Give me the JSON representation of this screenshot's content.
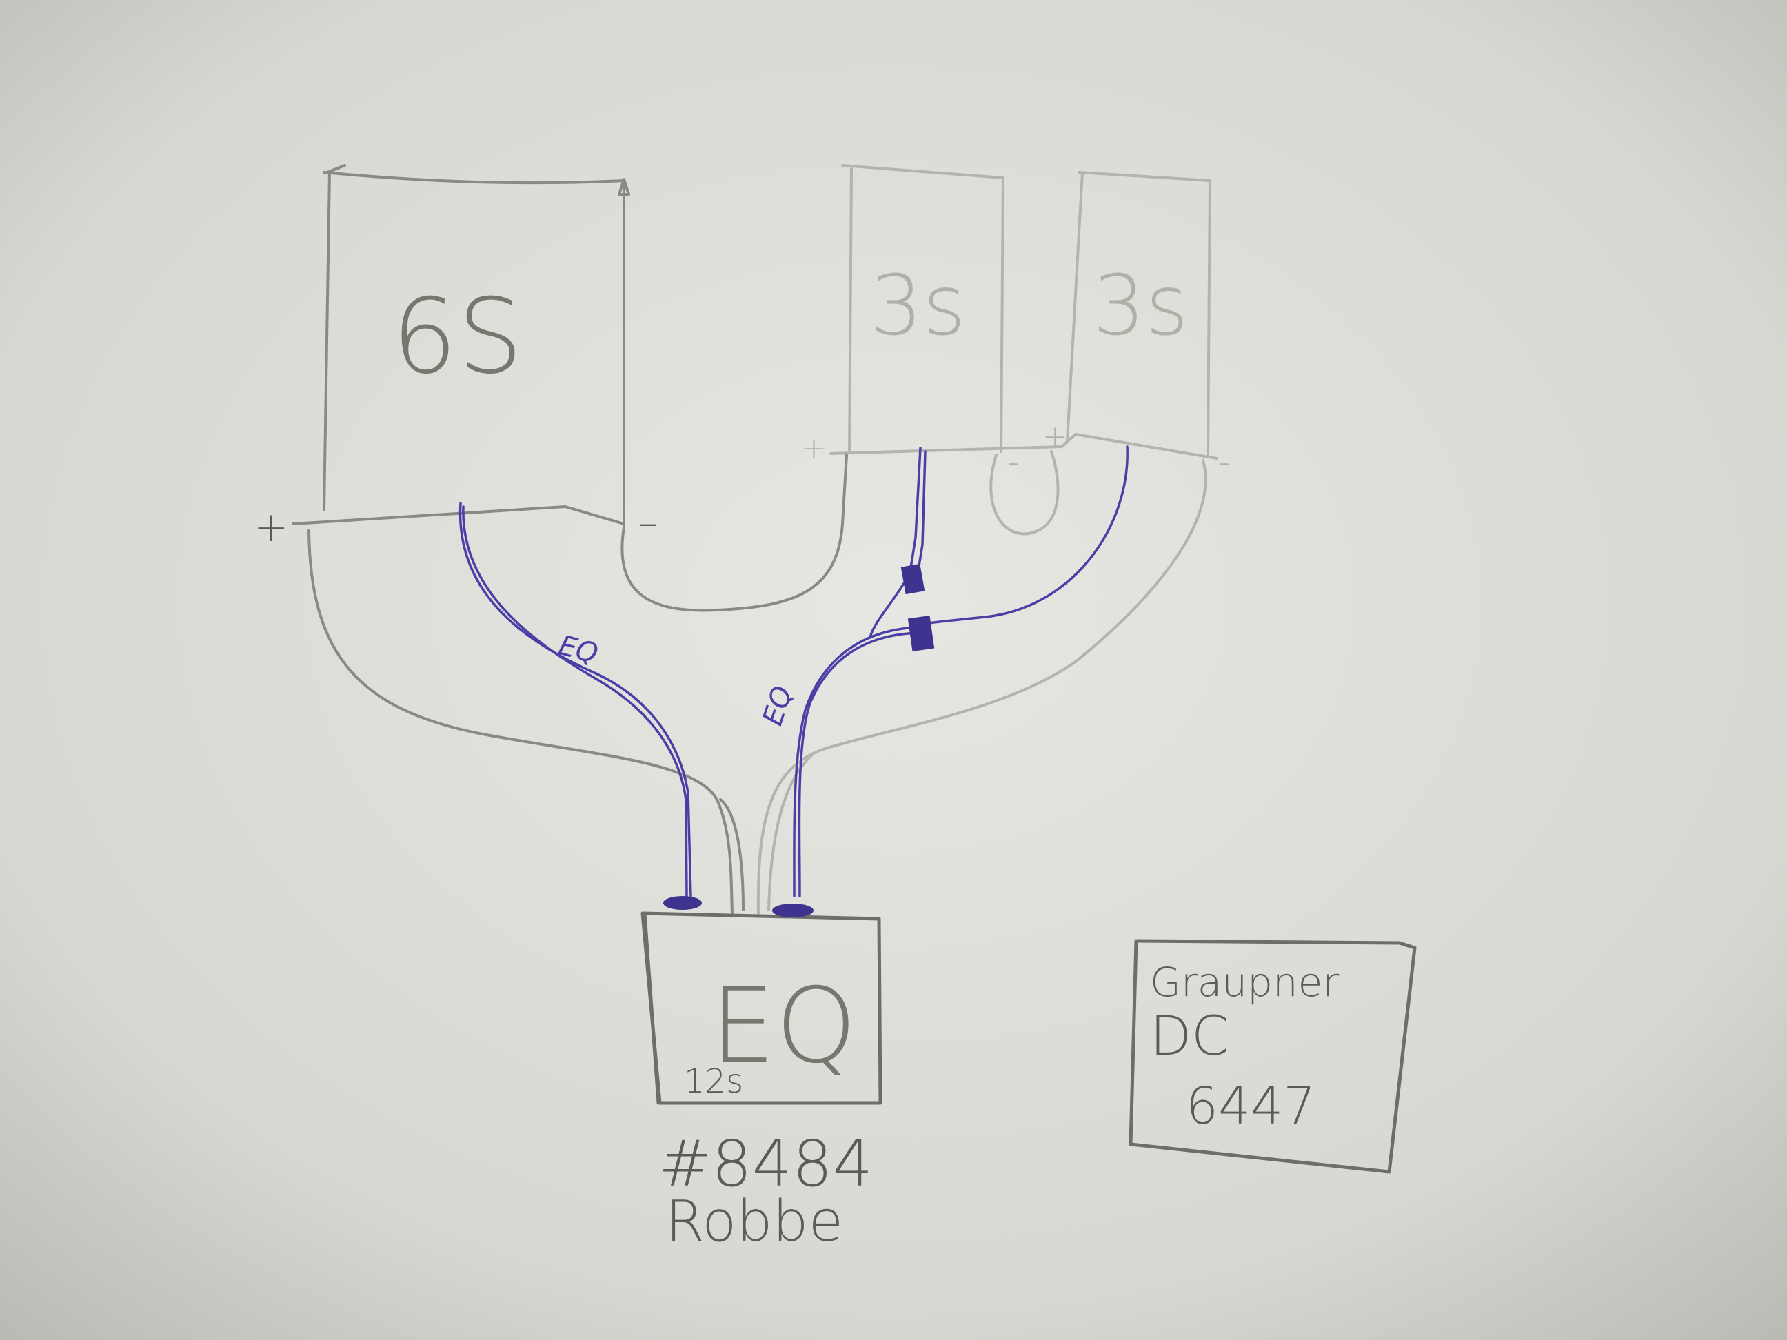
{
  "batteries": {
    "battery_6s": {
      "label": "6S",
      "plus": "+",
      "minus": "–"
    },
    "battery_3s_a": {
      "label": "3s",
      "plus": "+",
      "minus": "-"
    },
    "battery_3s_b": {
      "label": "3s",
      "plus": "+",
      "minus": "-"
    }
  },
  "wires": {
    "eq_label_left": "EQ",
    "eq_label_right": "EQ"
  },
  "equalizer": {
    "label": "EQ",
    "cells": "12s",
    "part_number": "#8484",
    "brand": "Robbe"
  },
  "charger": {
    "line1": "Graupner",
    "line2": "DC",
    "line3": "6447"
  },
  "colors": {
    "paper": "#d9d9d4",
    "pencil": "#8a8a84",
    "ink": "#4a3fa6"
  }
}
